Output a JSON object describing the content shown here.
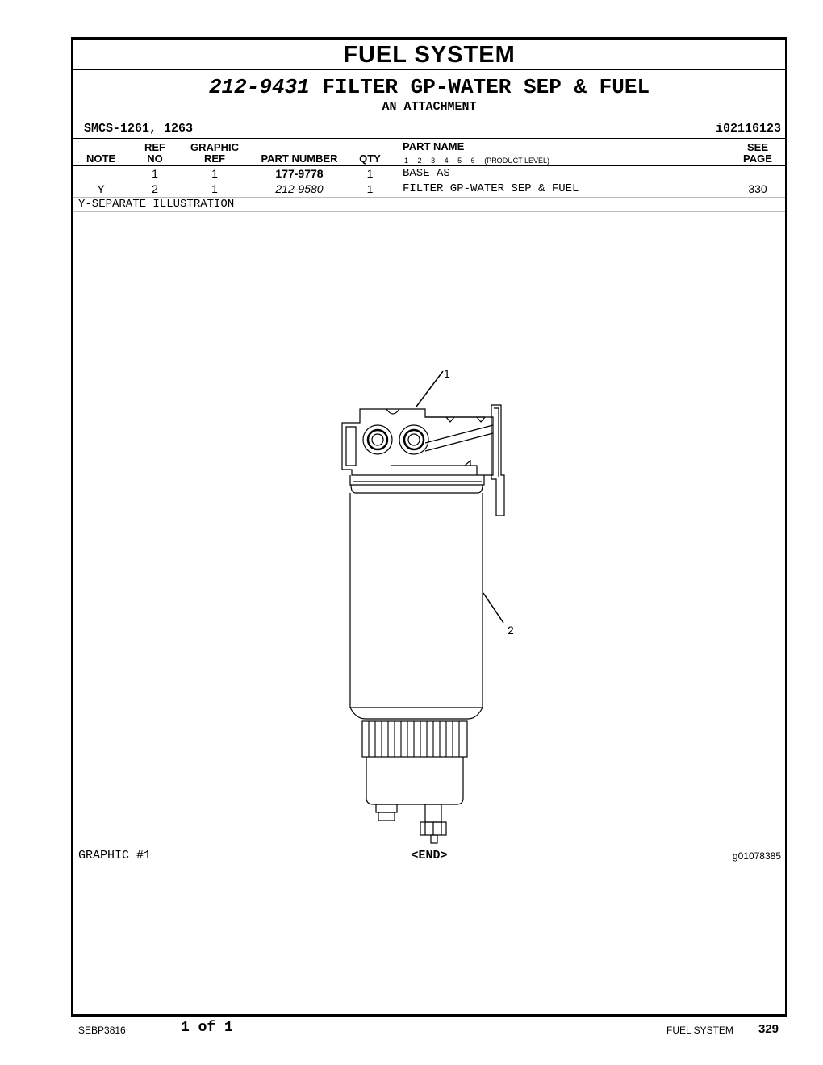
{
  "header": {
    "system_title": "FUEL SYSTEM",
    "group_part_number": "212-9431",
    "group_name": "FILTER GP-WATER SEP & FUEL",
    "subtitle": "AN ATTACHMENT",
    "smcs": "SMCS-1261, 1263",
    "illustration_id": "i02116123"
  },
  "columns": {
    "note": "NOTE",
    "ref_no_1": "REF",
    "ref_no_2": "NO",
    "graphic_ref_1": "GRAPHIC",
    "graphic_ref_2": "REF",
    "part_number": "PART NUMBER",
    "qty": "QTY",
    "part_name": "PART NAME",
    "product_levels": [
      "1",
      "2",
      "3",
      "4",
      "5",
      "6"
    ],
    "product_level_label": "(PRODUCT LEVEL)",
    "see_page_1": "SEE",
    "see_page_2": "PAGE"
  },
  "rows": [
    {
      "note": "",
      "ref_no": "1",
      "graphic_ref": "1",
      "part_number": "177-9778",
      "qty": "1",
      "part_name": "BASE AS",
      "see_page": ""
    },
    {
      "note": "Y",
      "ref_no": "2",
      "graphic_ref": "1",
      "part_number": "212-9580",
      "qty": "1",
      "part_name": "FILTER GP-WATER SEP & FUEL",
      "see_page": "330"
    }
  ],
  "notes": {
    "separate_illustration": "Y-SEPARATE ILLUSTRATION"
  },
  "figure": {
    "callout_1": "1",
    "callout_2": "2"
  },
  "graphic": {
    "label": "GRAPHIC #1",
    "end_marker": "<END>",
    "graphic_number": "g01078385"
  },
  "footer": {
    "doc_number": "SEBP3816",
    "page_of": "1 of 1",
    "section": "FUEL SYSTEM",
    "page_number": "329"
  }
}
